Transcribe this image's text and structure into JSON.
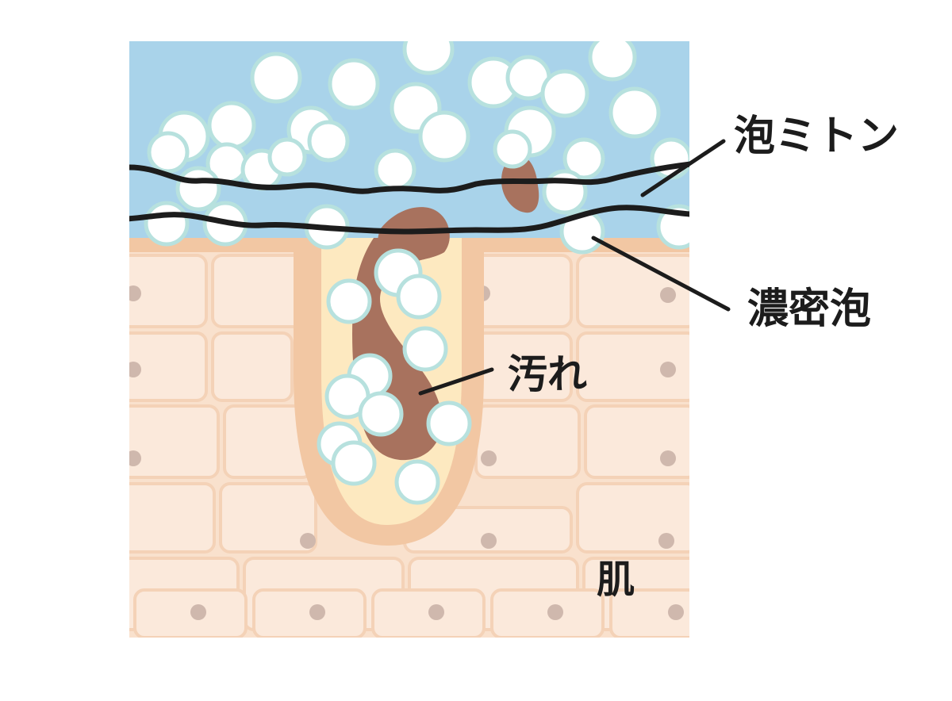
{
  "labels": {
    "mitten": "泡ミトン",
    "foam": "濃密泡",
    "dirt": "汚れ",
    "skin": "肌"
  },
  "colors": {
    "water": "#a9d3ea",
    "skin": "#f9e1cd",
    "cell": "#fbe9db",
    "cell_border": "#f4d2b7",
    "pore_rim": "#f2c7a3",
    "pore_inner": "#fde9c0",
    "dirt": "#a8725e",
    "bubble_fill": "#ffffff",
    "bubble_ring": "#b7e1de",
    "line": "#1c1c1c",
    "nucleus": "#cfb8ad"
  }
}
